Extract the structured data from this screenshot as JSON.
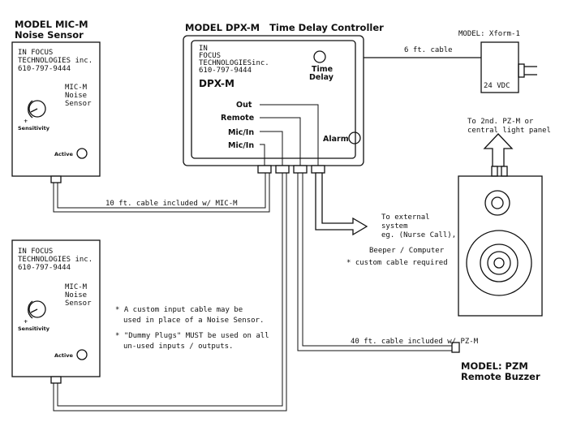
{
  "mic_top": {
    "heading_1": "MODEL MIC-M",
    "heading_2": "Noise Sensor",
    "company_1": "IN FOCUS",
    "company_2": "TECHNOLOGIES inc.",
    "phone": "610-797-9444",
    "label_1": "MIC-M",
    "label_2": "Noise",
    "label_3": "Sensor",
    "knob_plus": "+",
    "knob_label": "Sensitivity",
    "active_label": "Active"
  },
  "mic_bottom": {
    "company_1": "IN FOCUS",
    "company_2": "TECHNOLOGIES inc.",
    "phone": "610-797-9444",
    "label_1": "MIC-M",
    "label_2": "Noise",
    "label_3": "Sensor",
    "knob_plus": "+",
    "knob_label": "Sensitivity",
    "active_label": "Active"
  },
  "dpx": {
    "heading": "MODEL DPX-M   Time Delay Controller",
    "company_1": "IN",
    "company_2": "FOCUS",
    "company_3": "TECHNOLOGIESinc.",
    "phone": "610-797-9444",
    "model": "DPX-M",
    "time_1": "Time",
    "time_2": "Delay",
    "out": "Out",
    "remote": "Remote",
    "mic_in_1": "Mic/In",
    "mic_in_2": "Mic/In",
    "alarm": "Alarm"
  },
  "xform": {
    "heading": "MODEL: Xform-1",
    "cable": "6 ft. cable",
    "voltage": "24 VDC"
  },
  "pzm": {
    "note_1": "To 2nd. PZ-M or",
    "note_2": "central light panel",
    "heading_1": "MODEL: PZM",
    "heading_2": "Remote Buzzer"
  },
  "cables": {
    "mic_cable": "10 ft. cable included w/ MIC-M",
    "pzm_cable": "40 ft. cable included w/ PZ-M"
  },
  "external": {
    "line_1": "To external",
    "line_2": "system",
    "line_3": "eg. (Nurse Call),",
    "line_4": "Beeper / Computer",
    "line_5": "* custom cable required"
  },
  "notes": {
    "line_1": "* A custom input cable may be",
    "line_2": "used in place of a Noise Sensor.",
    "line_3": "* \"Dummy Plugs\" MUST be used on all",
    "line_4": "un-used inputs / outputs."
  }
}
